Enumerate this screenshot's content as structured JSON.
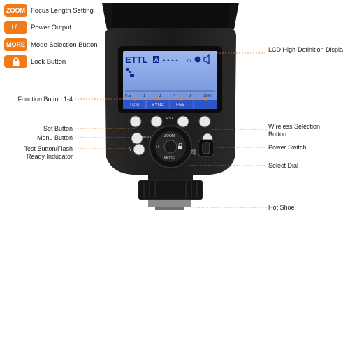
{
  "legend": [
    {
      "badge": "ZOOM",
      "label": "Focus Length Setting",
      "icon": "zoom-badge"
    },
    {
      "badge": "+/−",
      "label": "Power Output",
      "icon": "plus-minus-badge"
    },
    {
      "badge": "MORE",
      "label": "Mode Selection Button",
      "icon": "more-badge"
    },
    {
      "badge": "",
      "label": "Lock Button",
      "icon": "lock-icon"
    }
  ],
  "callouts": {
    "lcd": "LCD High-Definition Display",
    "function_buttons": "Function Button 1-4",
    "set_button": "Set Button",
    "menu_button": "Menu Button",
    "test_button": "Test Button/Flash Ready Inducator",
    "wireless_button": "Wireless Selection Button",
    "power_switch": "Power Switch",
    "select_dial": "Select Dial",
    "hot_shoe": "Hot Shoe"
  },
  "lcd": {
    "mode": "ETTL",
    "mode_badge": "A",
    "dashes": "- - - -",
    "unit": "m",
    "scale": [
      "0.5",
      "1",
      "2",
      "4",
      "9",
      "18m"
    ],
    "softkeys": [
      "TCM",
      "SYNC",
      "FEB",
      ""
    ]
  },
  "device_labels": {
    "rst": "RST",
    "menu": "MENU",
    "zoom": "ZOOM",
    "mode": "MODE",
    "power_on": "ON",
    "power_off": "OFF"
  },
  "colors": {
    "accent": "#f07b18",
    "lcd_bg": "#7e9fe0",
    "lcd_text": "#0f2a8a",
    "body": "#1c1c1c"
  }
}
